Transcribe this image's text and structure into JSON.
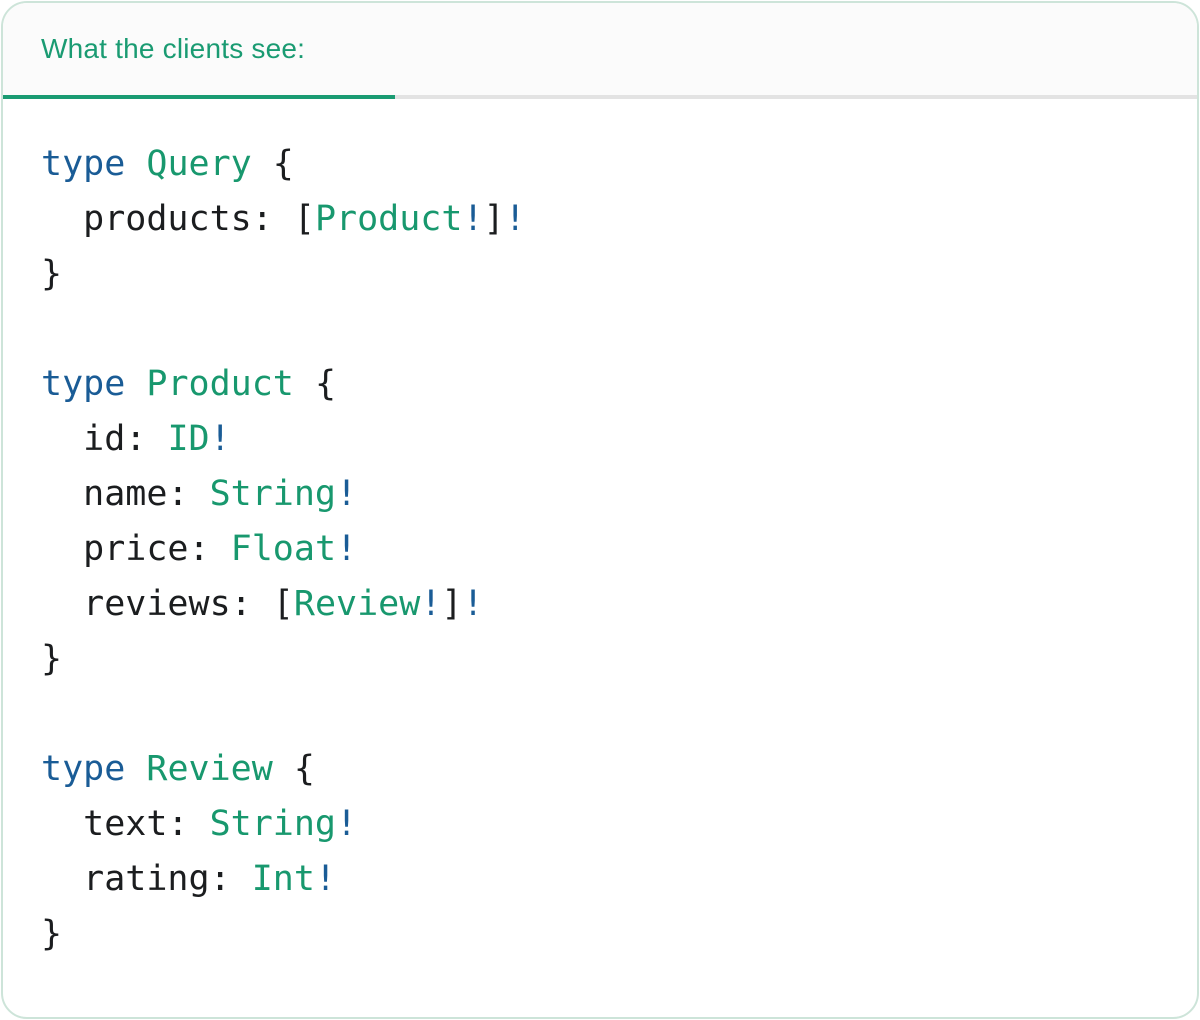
{
  "panel": {
    "tab": {
      "label": "What the clients see:"
    },
    "code": {
      "language": "graphql",
      "plain_text": "type Query {\n  products: [Product!]!\n}\n\ntype Product {\n  id: ID!\n  name: String!\n  price: Float!\n  reviews: [Review!]!\n}\n\ntype Review {\n  text: String!\n  rating: Int!\n}",
      "lines": [
        [
          {
            "t": "type",
            "c": "kw"
          },
          {
            "t": " ",
            "c": "pl"
          },
          {
            "t": "Query",
            "c": "ty"
          },
          {
            "t": " {",
            "c": "pl"
          }
        ],
        [
          {
            "t": "  products: [",
            "c": "pl"
          },
          {
            "t": "Product",
            "c": "ty"
          },
          {
            "t": "!",
            "c": "bg"
          },
          {
            "t": "]",
            "c": "pl"
          },
          {
            "t": "!",
            "c": "bg"
          }
        ],
        [
          {
            "t": "}",
            "c": "pl"
          }
        ],
        [],
        [
          {
            "t": "type",
            "c": "kw"
          },
          {
            "t": " ",
            "c": "pl"
          },
          {
            "t": "Product",
            "c": "ty"
          },
          {
            "t": " {",
            "c": "pl"
          }
        ],
        [
          {
            "t": "  id: ",
            "c": "pl"
          },
          {
            "t": "ID",
            "c": "ty"
          },
          {
            "t": "!",
            "c": "bg"
          }
        ],
        [
          {
            "t": "  name: ",
            "c": "pl"
          },
          {
            "t": "String",
            "c": "ty"
          },
          {
            "t": "!",
            "c": "bg"
          }
        ],
        [
          {
            "t": "  price: ",
            "c": "pl"
          },
          {
            "t": "Float",
            "c": "ty"
          },
          {
            "t": "!",
            "c": "bg"
          }
        ],
        [
          {
            "t": "  reviews: [",
            "c": "pl"
          },
          {
            "t": "Review",
            "c": "ty"
          },
          {
            "t": "!",
            "c": "bg"
          },
          {
            "t": "]",
            "c": "pl"
          },
          {
            "t": "!",
            "c": "bg"
          }
        ],
        [
          {
            "t": "}",
            "c": "pl"
          }
        ],
        [],
        [
          {
            "t": "type",
            "c": "kw"
          },
          {
            "t": " ",
            "c": "pl"
          },
          {
            "t": "Review",
            "c": "ty"
          },
          {
            "t": " {",
            "c": "pl"
          }
        ],
        [
          {
            "t": "  text: ",
            "c": "pl"
          },
          {
            "t": "String",
            "c": "ty"
          },
          {
            "t": "!",
            "c": "bg"
          }
        ],
        [
          {
            "t": "  rating: ",
            "c": "pl"
          },
          {
            "t": "Int",
            "c": "ty"
          },
          {
            "t": "!",
            "c": "bg"
          }
        ],
        [
          {
            "t": "}",
            "c": "pl"
          }
        ]
      ]
    }
  },
  "colors": {
    "tab_green": "#1a9b72",
    "type_green": "#18986e",
    "keyword_blue": "#1a5c96",
    "code_text": "#1b1d1f",
    "divider_gray": "#e3e3e3",
    "tabbar_bg": "#fbfbfb",
    "card_border": "#cde4d9",
    "card_bg": "#ffffff"
  }
}
